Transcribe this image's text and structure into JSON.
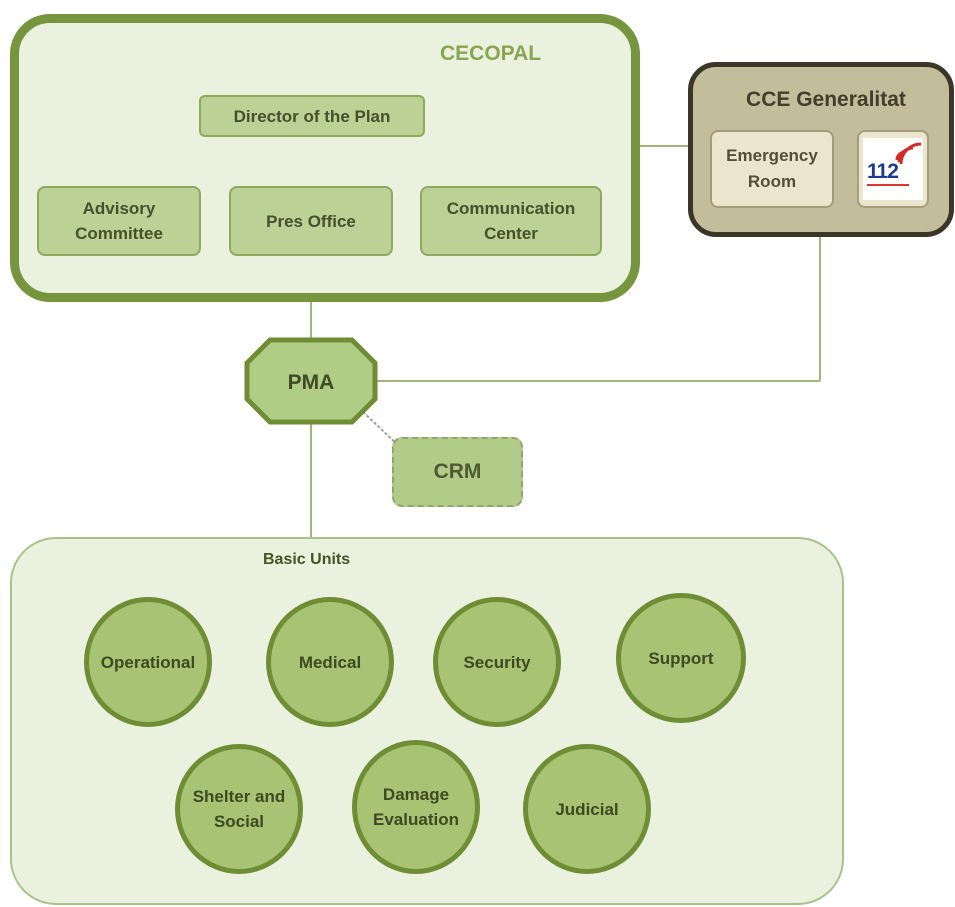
{
  "cecopal": {
    "title": "CECOPAL",
    "director": "Director of the Plan",
    "advisory": "Advisory Committee",
    "pres_office": "Pres Office",
    "communication_center": "Communication Center"
  },
  "cce": {
    "title": "CCE Generalitat",
    "emergency_room": "Emergency Room",
    "logo_number": "112",
    "logo_icon": "112-emergency-logo-icon"
  },
  "pma": "PMA",
  "crm": "CRM",
  "basic_units": {
    "title": "Basic Units",
    "units": [
      "Operational",
      "Medical",
      "Security",
      "Support",
      "Shelter and Social",
      "Damage Evaluation",
      "Judicial"
    ]
  },
  "colors": {
    "green_border": "#77953e",
    "green_fill": "#bcd195",
    "circle_fill": "#a7c373",
    "cce_fill": "#c4bd9b",
    "cce_border": "#3b3627"
  }
}
